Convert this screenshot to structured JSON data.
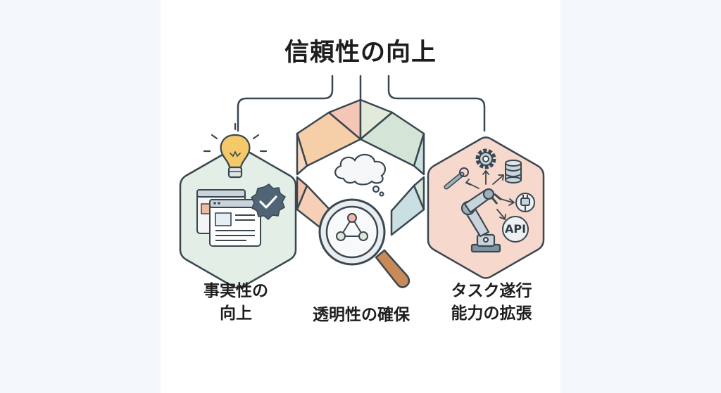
{
  "title": "信頼性の向上",
  "nodes": [
    {
      "id": "factuality",
      "lines": [
        "事実性の",
        "向上"
      ]
    },
    {
      "id": "transparency",
      "lines": [
        "透明性の確保"
      ]
    },
    {
      "id": "task",
      "lines": [
        "タスク遂行",
        "能力の拡張"
      ]
    }
  ],
  "api_label": "API",
  "colors": {
    "left_hex_fill": "#e3eee6",
    "right_hex_fill": "#f7d8cc",
    "bulb": "#f3c969",
    "magnifier_handle": "#c98a57",
    "check_badge": "#4f6475",
    "stroke": "#3a4750"
  }
}
